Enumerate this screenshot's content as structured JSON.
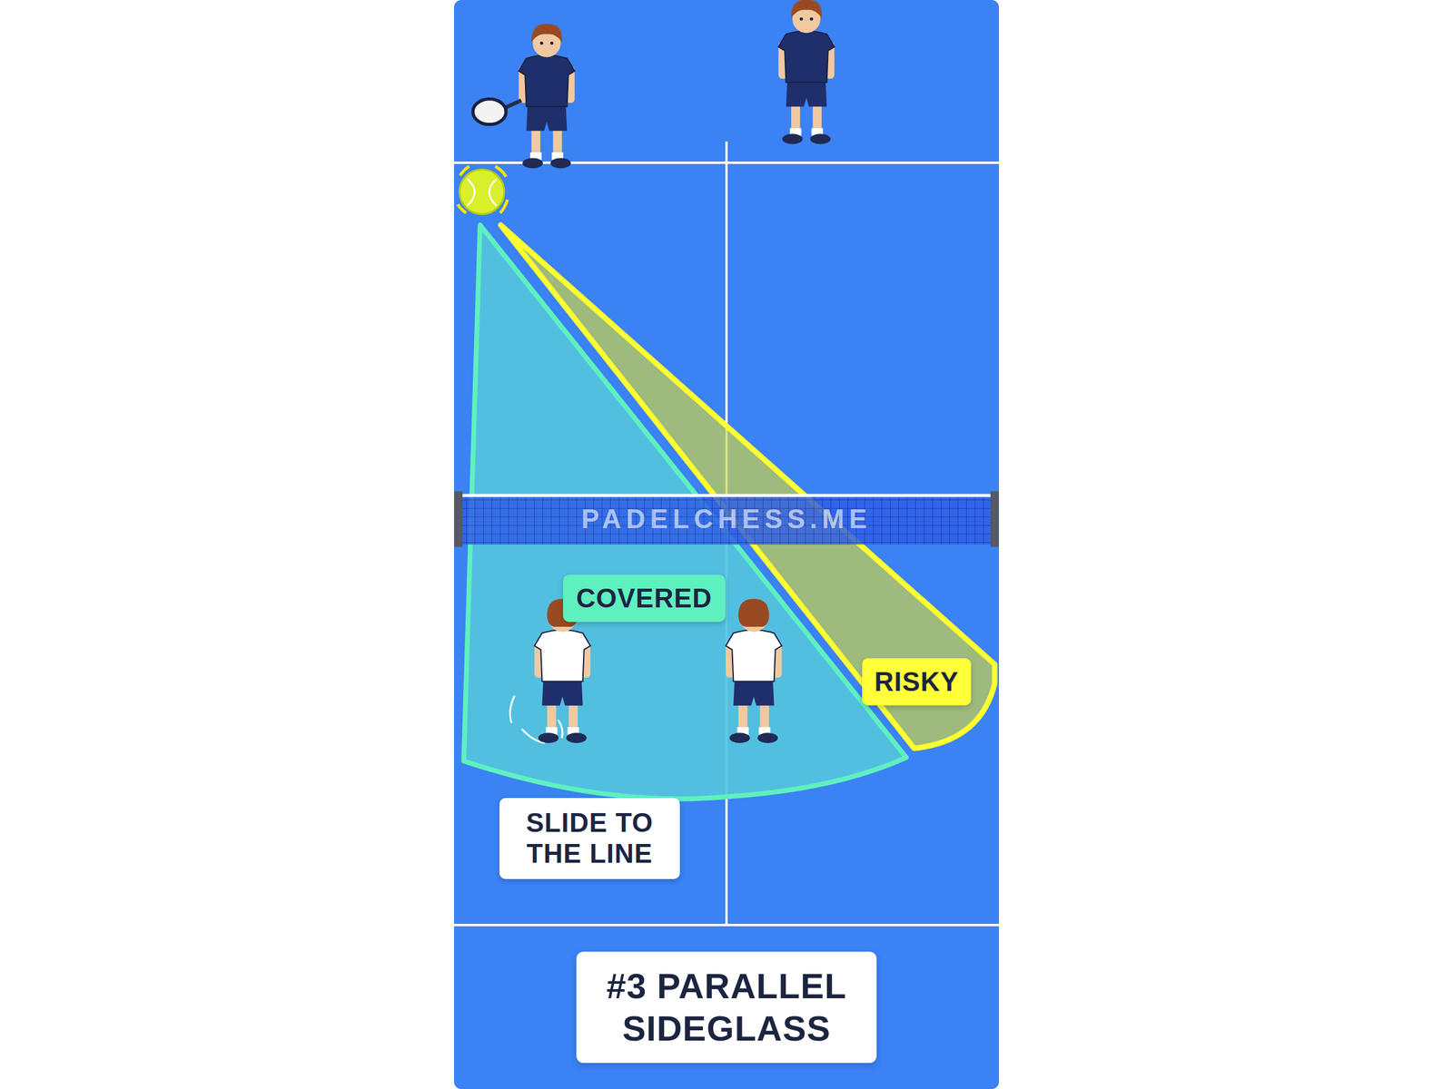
{
  "diagram": {
    "title": "#3 PARALLEL SIDEGLASS",
    "nodes": [
      {
        "text": [
          "COVERED"
        ]
      },
      {
        "text": [
          "RISKY"
        ]
      },
      {
        "text": [
          "SLIDE TO THE LINE"
        ]
      }
    ],
    "labels": [
      "PADELCHESS.ME"
    ]
  }
}
